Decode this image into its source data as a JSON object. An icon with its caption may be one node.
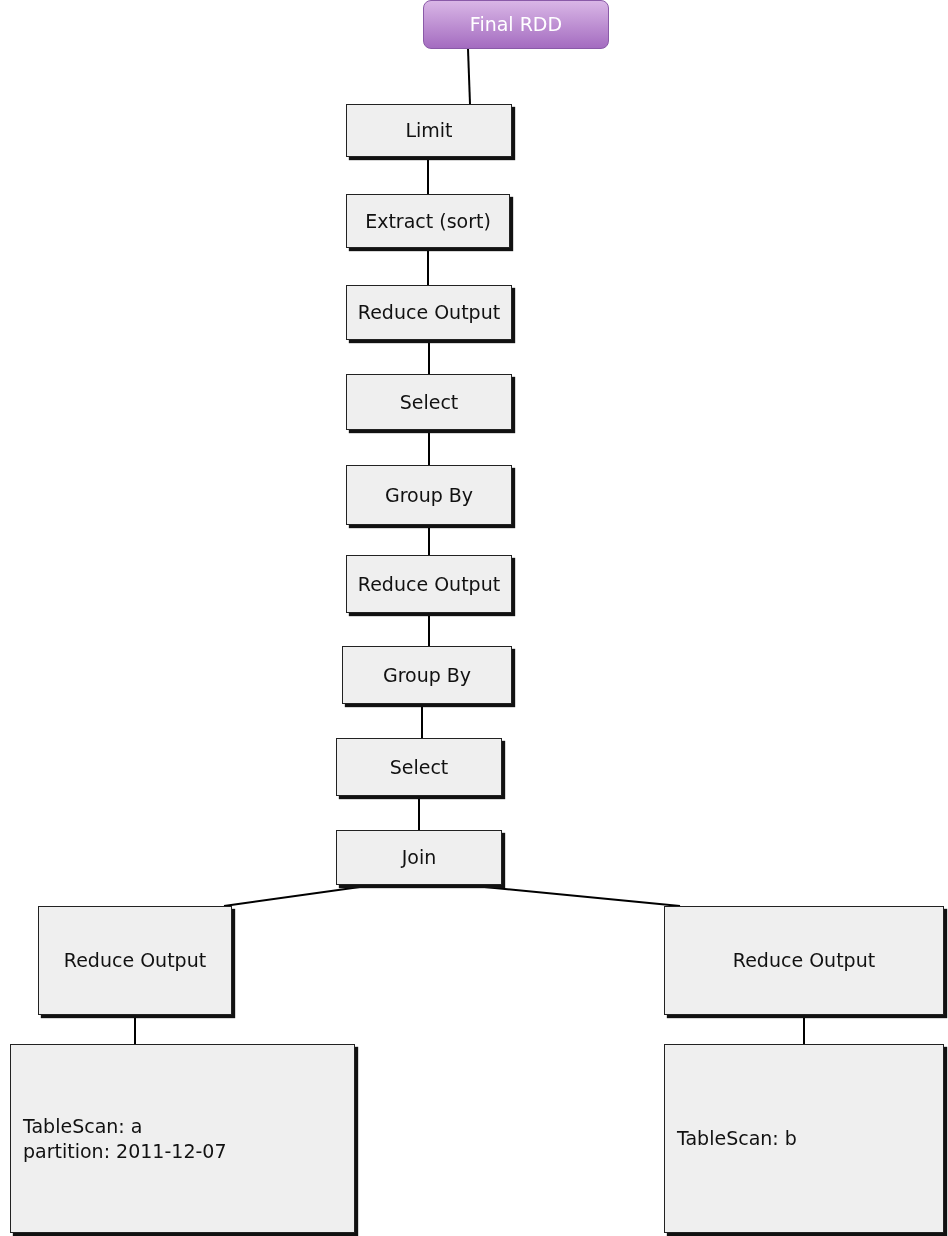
{
  "diagram": {
    "nodes": [
      {
        "text": [
          "Final RDD"
        ]
      },
      {
        "text": [
          "Limit"
        ]
      },
      {
        "text": [
          "Extract (sort)"
        ]
      },
      {
        "text": [
          "Reduce Output"
        ]
      },
      {
        "text": [
          "Select"
        ]
      },
      {
        "text": [
          "Group By"
        ]
      },
      {
        "text": [
          "Reduce Output"
        ]
      },
      {
        "text": [
          "Group By"
        ]
      },
      {
        "text": [
          "Select"
        ]
      },
      {
        "text": [
          "Join"
        ]
      },
      {
        "text": [
          "Reduce Output"
        ]
      },
      {
        "text": [
          "Reduce Output"
        ]
      },
      {
        "text": [
          "TableScan: a",
          "partition: 2011-12-07"
        ]
      },
      {
        "text": [
          "TableScan: b"
        ]
      }
    ],
    "edges": [
      {
        "from": 0,
        "to": 1,
        "arrow": "none"
      },
      {
        "from": 1,
        "to": 2,
        "arrow": "none"
      },
      {
        "from": 2,
        "to": 3,
        "arrow": "none"
      },
      {
        "from": 3,
        "to": 4,
        "arrow": "none"
      },
      {
        "from": 4,
        "to": 5,
        "arrow": "none"
      },
      {
        "from": 5,
        "to": 6,
        "arrow": "none"
      },
      {
        "from": 6,
        "to": 7,
        "arrow": "none"
      },
      {
        "from": 7,
        "to": 8,
        "arrow": "none"
      },
      {
        "from": 8,
        "to": 9,
        "arrow": "none"
      },
      {
        "from": 9,
        "to": 10,
        "arrow": "none"
      },
      {
        "from": 9,
        "to": 11,
        "arrow": "none"
      },
      {
        "from": 10,
        "to": 12,
        "arrow": "none"
      },
      {
        "from": 11,
        "to": 13,
        "arrow": "none"
      }
    ]
  }
}
